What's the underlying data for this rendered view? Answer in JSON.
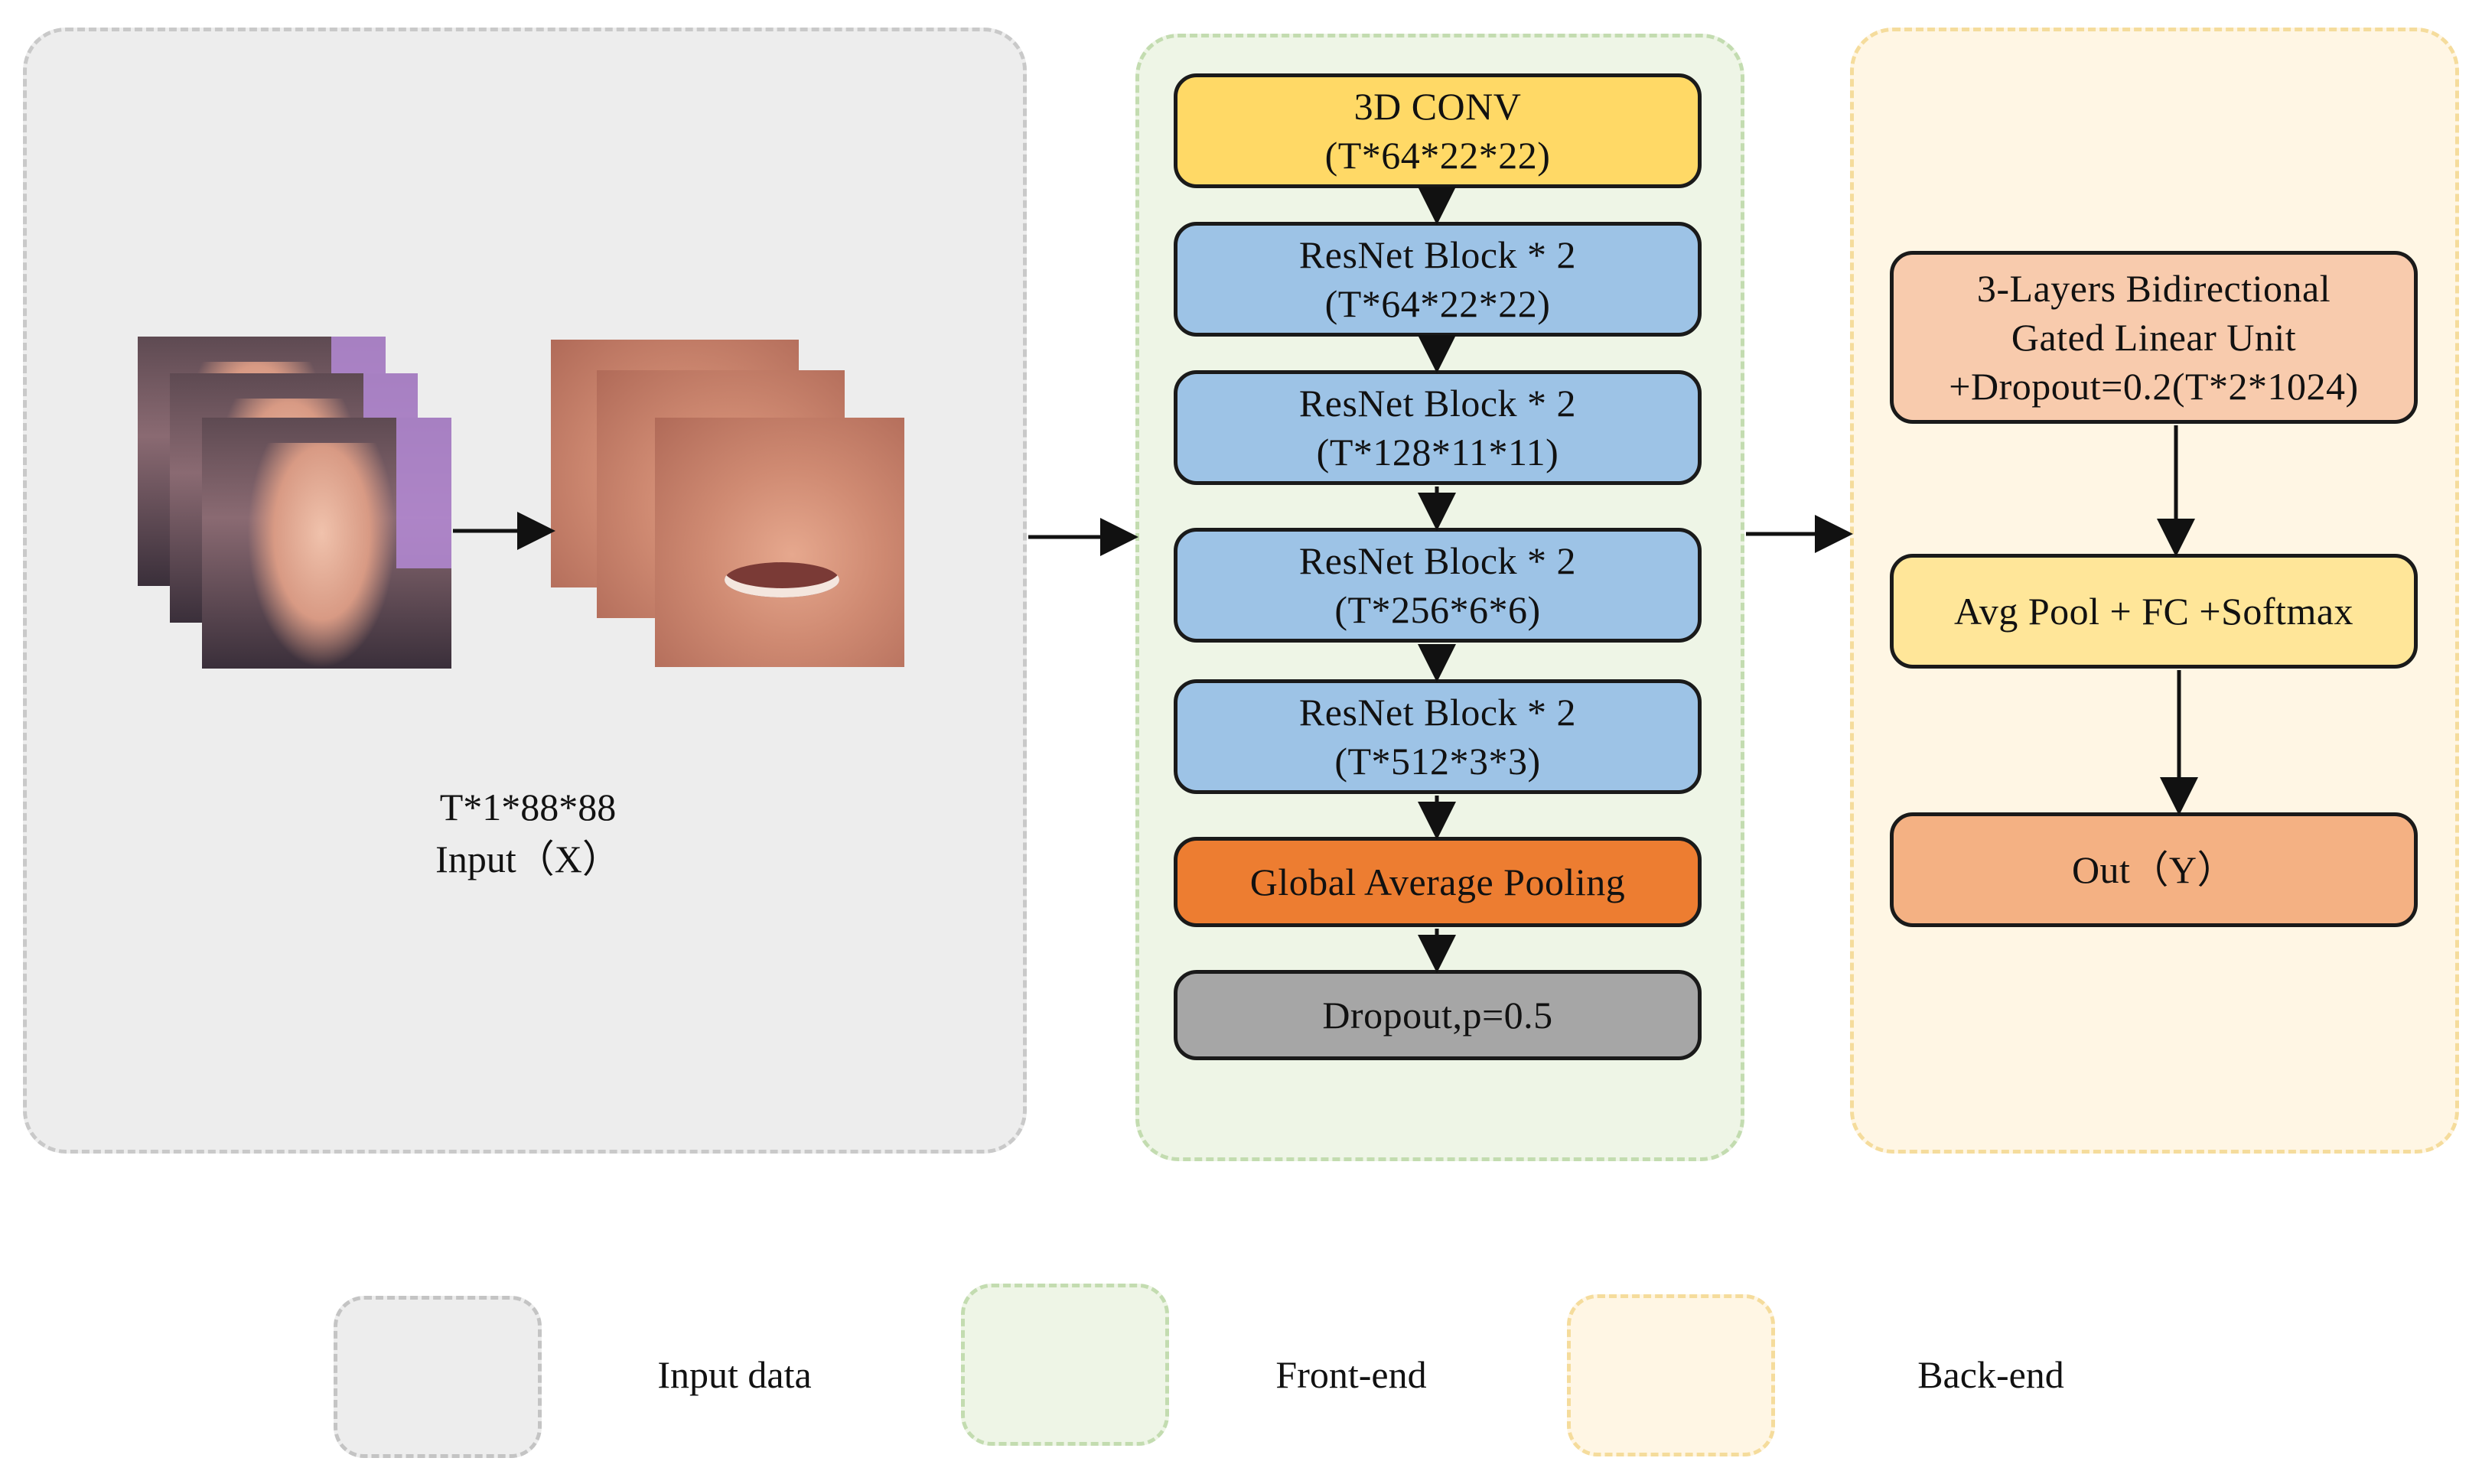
{
  "input_panel": {
    "size_label": "T*1*88*88",
    "input_label": "Input（X）"
  },
  "front_end": {
    "nodes": [
      {
        "line1": "3D CONV",
        "line2": "(T*64*22*22)"
      },
      {
        "line1": "ResNet Block * 2",
        "line2": "(T*64*22*22)"
      },
      {
        "line1": "ResNet Block * 2",
        "line2": "(T*128*11*11)"
      },
      {
        "line1": "ResNet Block * 2",
        "line2": "(T*256*6*6)"
      },
      {
        "line1": "ResNet Block * 2",
        "line2": "(T*512*3*3)"
      },
      {
        "line1": "Global Average Pooling"
      },
      {
        "line1": "Dropout,p=0.5"
      }
    ]
  },
  "back_end": {
    "nodes": [
      {
        "line1": "3-Layers Bidirectional",
        "line2": "Gated Linear Unit",
        "line3": "+Dropout=0.2(T*2*1024)"
      },
      {
        "line1": "Avg Pool + FC +Softmax"
      },
      {
        "line1": "Out（Y）"
      }
    ]
  },
  "legend": {
    "input": "Input data",
    "front": "Front-end",
    "back": "Back-end"
  },
  "colors": {
    "input_panel": "#ededed",
    "front_panel": "#eef5e6",
    "back_panel": "#fff6e4",
    "conv": "#ffd966",
    "resnet": "#9dc3e6",
    "gap": "#ed7d31",
    "dropout": "#a6a6a6",
    "glu": "#f8cbad",
    "pool_fc": "#ffe699",
    "out": "#f4b183"
  }
}
